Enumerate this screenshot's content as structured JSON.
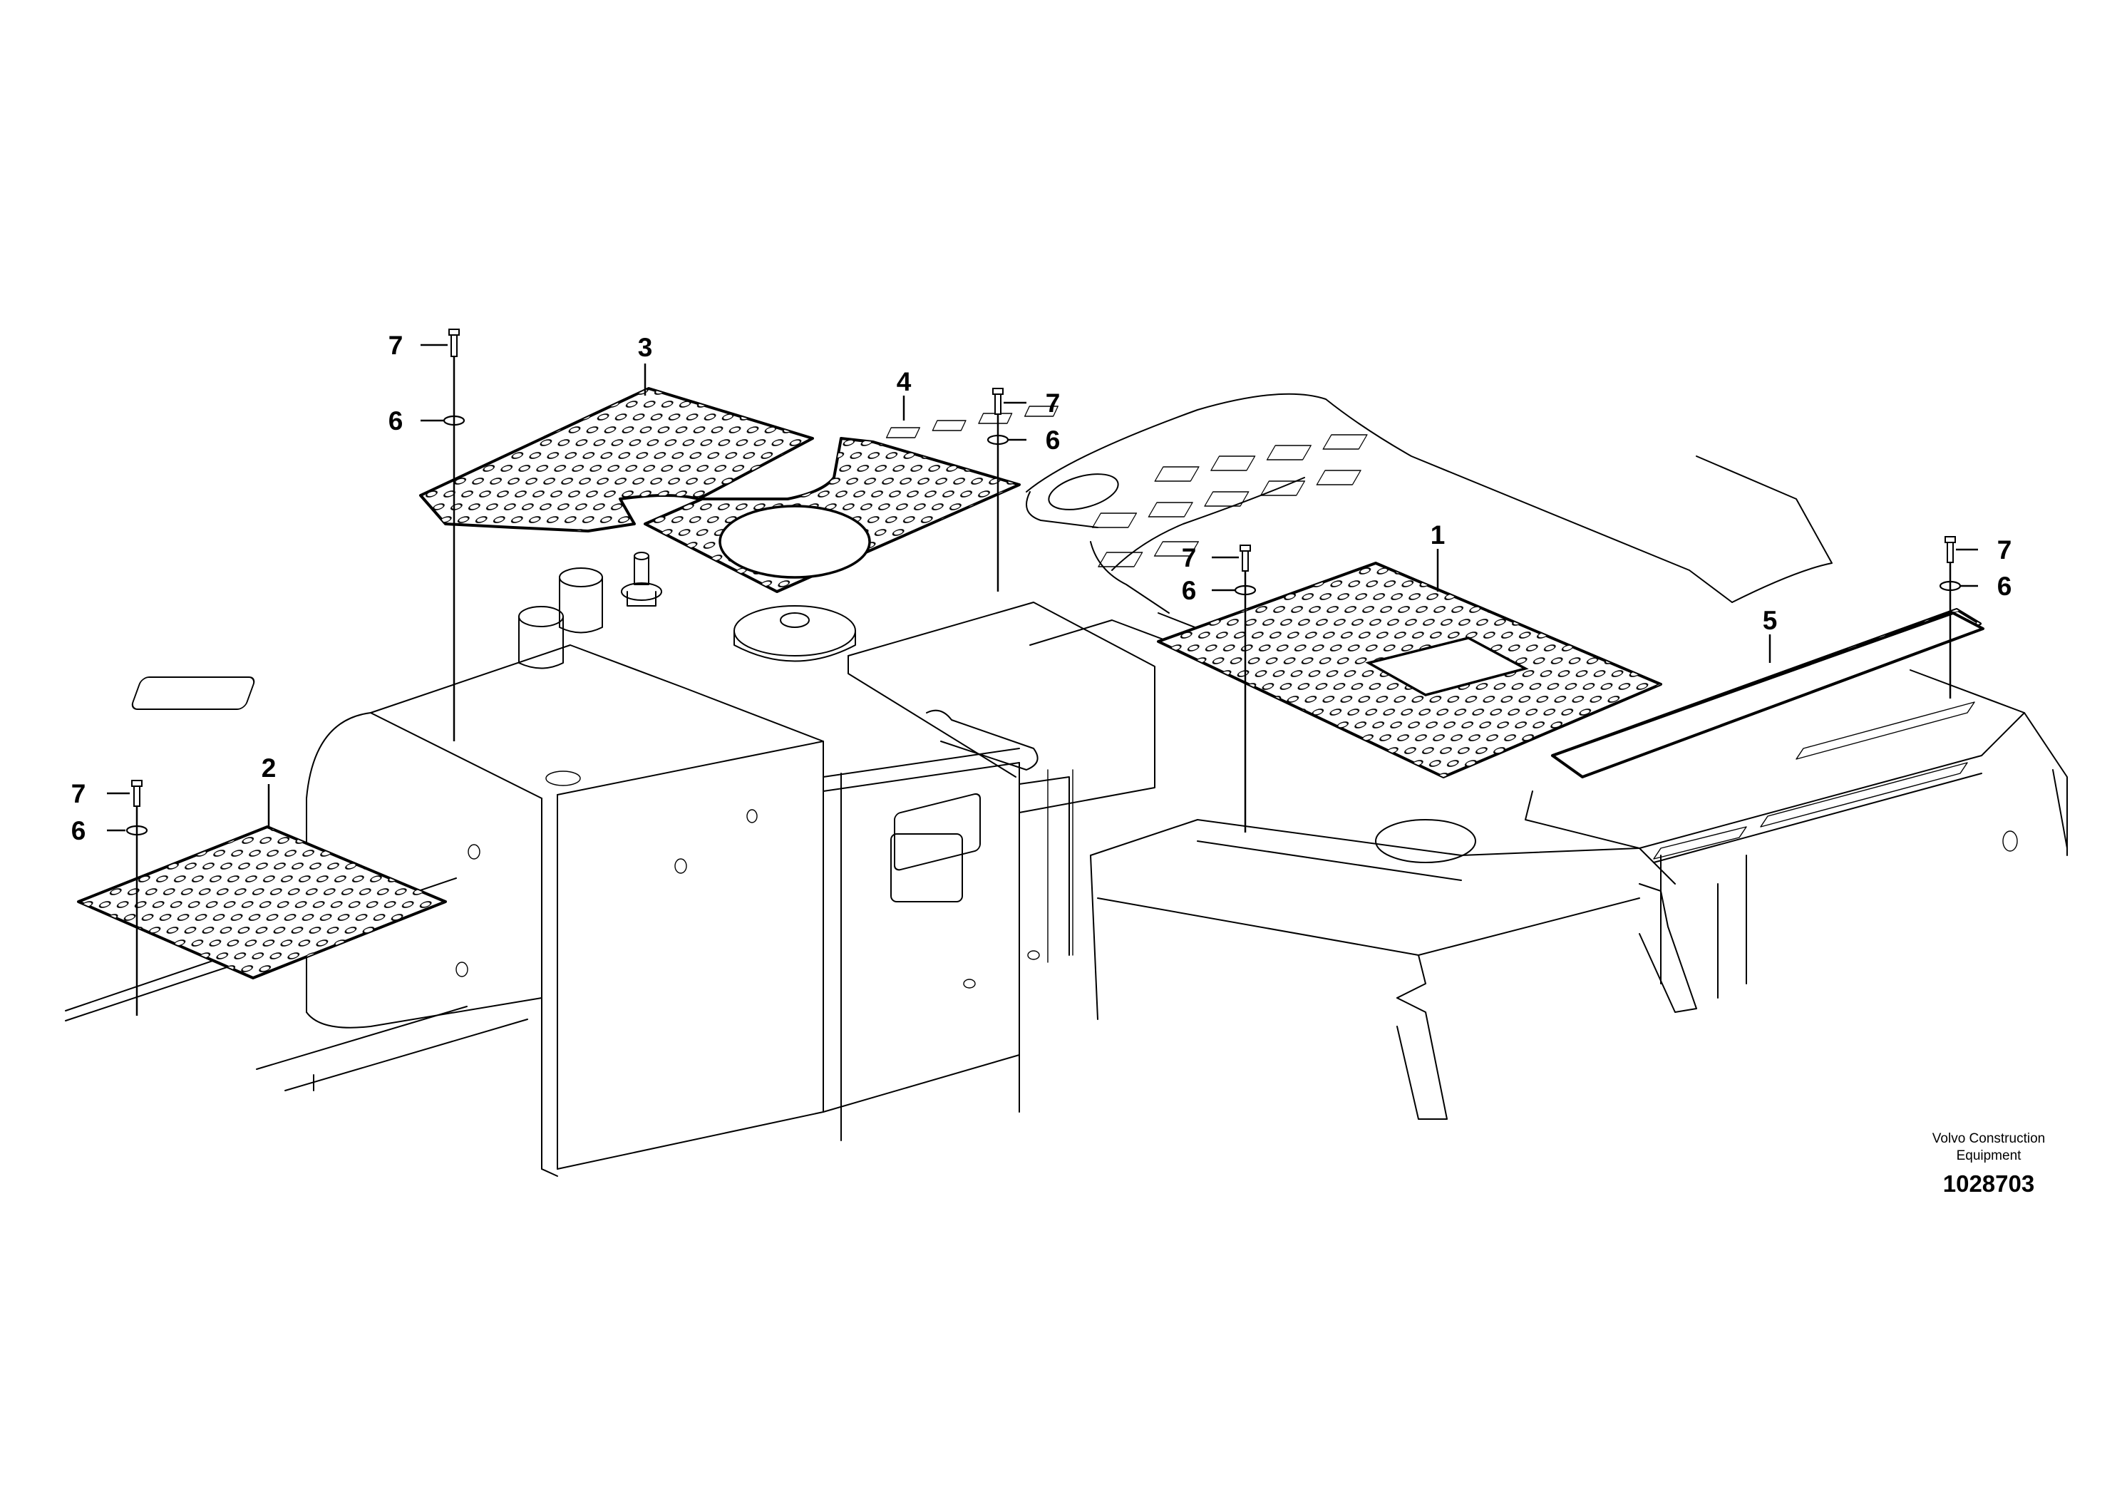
{
  "callouts": [
    {
      "id": "1",
      "label": "1"
    },
    {
      "id": "2",
      "label": "2"
    },
    {
      "id": "3",
      "label": "3"
    },
    {
      "id": "4",
      "label": "4"
    },
    {
      "id": "5",
      "label": "5"
    },
    {
      "id": "6",
      "label": "6"
    },
    {
      "id": "7",
      "label": "7"
    }
  ],
  "footer": {
    "brand_line1": "Volvo Construction",
    "brand_line2": "Equipment",
    "document_number": "1028703"
  },
  "colors": {
    "line": "#000000",
    "background": "#ffffff"
  }
}
